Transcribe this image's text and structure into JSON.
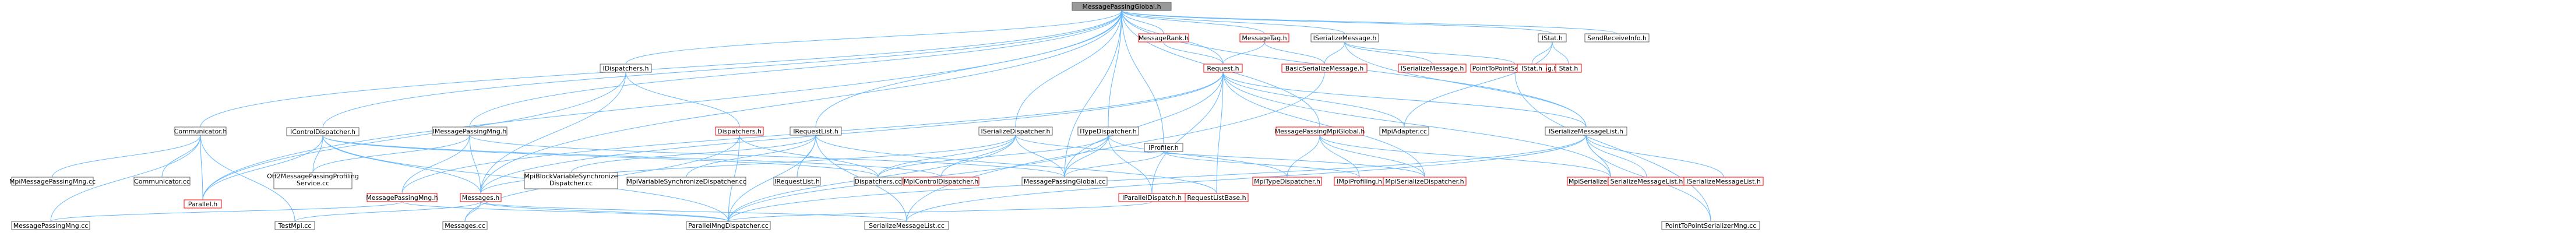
{
  "colors": {
    "root_fill": "#999999",
    "default_border": "#666666",
    "highlight_border": "#ff0000",
    "edge": "#63b8ff",
    "text": "#000000"
  },
  "nodes": [
    {
      "id": "mpg_h",
      "label": "MessagePassingGlobal.h",
      "kind": "root"
    },
    {
      "id": "comm_h",
      "label": "Communicator.h",
      "kind": "default"
    },
    {
      "id": "mpmng_cc",
      "label": "MpiMessagePassingMng.cc",
      "kind": "default"
    },
    {
      "id": "comm_cc",
      "label": "Communicator.cc",
      "kind": "default"
    },
    {
      "id": "parallel_h",
      "label": "Parallel.h",
      "kind": "highlight"
    },
    {
      "id": "mpmng2_cc",
      "label": "MessagePassingMng.cc",
      "kind": "default"
    },
    {
      "id": "testmpi_cc",
      "label": "TestMpi.cc",
      "kind": "default"
    },
    {
      "id": "icontrol_h",
      "label": "IControlDispatcher.h",
      "kind": "default"
    },
    {
      "id": "otf2_h",
      "label": "Otf2MessagePassingProfiling\nService.cc",
      "kind": "default"
    },
    {
      "id": "imessagemng_h",
      "label": "IMessagePassingMng.h",
      "kind": "default"
    },
    {
      "id": "mpmng_h",
      "label": "MessagePassingMng.h",
      "kind": "highlight"
    },
    {
      "id": "messages_h",
      "label": "Messages.h",
      "kind": "highlight"
    },
    {
      "id": "messages_cc",
      "label": "Messages.cc",
      "kind": "default"
    },
    {
      "id": "pmng_cc",
      "label": "ParallelMngDispatcher.cc",
      "kind": "default"
    },
    {
      "id": "idispatchers_h",
      "label": "IDispatchers.h",
      "kind": "default"
    },
    {
      "id": "dispatchers_h",
      "label": "Dispatchers.h",
      "kind": "highlight"
    },
    {
      "id": "mpiblock_h",
      "label": "MpiBlockVariableSynchronize\nDispatcher.cc",
      "kind": "default"
    },
    {
      "id": "mpivarsync_cc",
      "label": "MpiVariableSynchronizeDispatcher.cc",
      "kind": "default"
    },
    {
      "id": "irequestlist_h",
      "label": "IRequestList.h",
      "kind": "default"
    },
    {
      "id": "irequestlist2_h",
      "label": "IRequestList.h",
      "kind": "default"
    },
    {
      "id": "dispatchers_cc",
      "label": "Dispatchers.cc",
      "kind": "default"
    },
    {
      "id": "iserdisp_h",
      "label": "ISerializeDispatcher.h",
      "kind": "default"
    },
    {
      "id": "mpicontrol_h",
      "label": "MpiControlDispatcher.h",
      "kind": "highlight"
    },
    {
      "id": "itypedisp_h",
      "label": "ITypeDispatcher.h",
      "kind": "default"
    },
    {
      "id": "mpg_cc",
      "label": "MessagePassingGlobal.cc",
      "kind": "default"
    },
    {
      "id": "iprofiler_h",
      "label": "IProfiler.h",
      "kind": "default"
    },
    {
      "id": "iparalleldisp_h",
      "label": "IParallelDispatch.h",
      "kind": "highlight"
    },
    {
      "id": "sermsglist_cc",
      "label": "SerializeMessageList.cc",
      "kind": "default"
    },
    {
      "id": "msgrank_h",
      "label": "MessageRank.h",
      "kind": "highlight"
    },
    {
      "id": "request_h",
      "label": "Request.h",
      "kind": "highlight"
    },
    {
      "id": "reqlistbase_h",
      "label": "RequestListBase.h",
      "kind": "highlight"
    },
    {
      "id": "msgtag_h",
      "label": "MessageTag.h",
      "kind": "highlight"
    },
    {
      "id": "mpimpg_h",
      "label": "MessagePassingMpiGlobal.h",
      "kind": "highlight"
    },
    {
      "id": "mpitype_h",
      "label": "MpiTypeDispatcher.h",
      "kind": "highlight"
    },
    {
      "id": "impiprof_h",
      "label": "IMpiProfiling.h",
      "kind": "highlight"
    },
    {
      "id": "mpiserdisp_h",
      "label": "MpiSerializeDispatcher.h",
      "kind": "highlight"
    },
    {
      "id": "iserializemsg_h",
      "label": "ISerializeMessage.h",
      "kind": "default"
    },
    {
      "id": "basicser_h",
      "label": "BasicSerializeMessage.h",
      "kind": "highlight"
    },
    {
      "id": "iserializemsg2_h",
      "label": "ISerializeMessage.h",
      "kind": "highlight"
    },
    {
      "id": "p2pmng_h",
      "label": "PointToPointSerializeMng.h",
      "kind": "highlight"
    },
    {
      "id": "mpiadapter_cc",
      "label": "MpiAdapter.cc",
      "kind": "default"
    },
    {
      "id": "istat_h",
      "label": "IStat.h",
      "kind": "default"
    },
    {
      "id": "istat2_h",
      "label": "IStat.h",
      "kind": "highlight"
    },
    {
      "id": "stat_h",
      "label": "Stat.h",
      "kind": "highlight"
    },
    {
      "id": "sendrecv_h",
      "label": "SendReceiveInfo.h",
      "kind": "default"
    },
    {
      "id": "isermsglist_h",
      "label": "ISerializeMessageList.h",
      "kind": "default"
    },
    {
      "id": "mpisermsglist_h",
      "label": "MpiSerializeMessageList.h",
      "kind": "highlight"
    },
    {
      "id": "sermsglist_h",
      "label": "SerializeMessageList.h",
      "kind": "highlight"
    },
    {
      "id": "isermsglist2_h",
      "label": "ISerializeMessageList.h",
      "kind": "highlight"
    },
    {
      "id": "p2pmng_cc",
      "label": "PointToPointSerializerMng.cc",
      "kind": "default"
    }
  ],
  "edges": [
    [
      "mpg_h",
      "comm_h"
    ],
    [
      "mpg_h",
      "icontrol_h"
    ],
    [
      "mpg_h",
      "imessagemng_h"
    ],
    [
      "mpg_h",
      "idispatchers_h"
    ],
    [
      "mpg_h",
      "irequestlist_h"
    ],
    [
      "mpg_h",
      "iserdisp_h"
    ],
    [
      "mpg_h",
      "itypedisp_h"
    ],
    [
      "mpg_h",
      "iprofiler_h"
    ],
    [
      "mpg_h",
      "msgrank_h"
    ],
    [
      "mpg_h",
      "request_h"
    ],
    [
      "mpg_h",
      "msgtag_h"
    ],
    [
      "mpg_h",
      "mpimpg_h"
    ],
    [
      "mpg_h",
      "iserializemsg_h"
    ],
    [
      "mpg_h",
      "istat_h"
    ],
    [
      "mpg_h",
      "sendrecv_h"
    ],
    [
      "mpg_h",
      "isermsglist_h"
    ],
    [
      "mpg_h",
      "mpg_cc"
    ],
    [
      "mpg_h",
      "parallel_h"
    ],
    [
      "mpg_h",
      "messages_h"
    ],
    [
      "comm_h",
      "mpmng_cc"
    ],
    [
      "comm_h",
      "comm_cc"
    ],
    [
      "comm_h",
      "parallel_h"
    ],
    [
      "comm_h",
      "mpmng2_cc"
    ],
    [
      "comm_h",
      "testmpi_cc"
    ],
    [
      "icontrol_h",
      "otf2_h"
    ],
    [
      "icontrol_h",
      "parallel_h"
    ],
    [
      "icontrol_h",
      "messages_h"
    ],
    [
      "icontrol_h",
      "dispatchers_cc"
    ],
    [
      "icontrol_h",
      "pmng_cc"
    ],
    [
      "icontrol_h",
      "mpicontrol_h"
    ],
    [
      "imessagemng_h",
      "otf2_h"
    ],
    [
      "imessagemng_h",
      "mpmng_h"
    ],
    [
      "imessagemng_h",
      "messages_h"
    ],
    [
      "imessagemng_h",
      "mpg_cc"
    ],
    [
      "mpmng_h",
      "mpmng2_cc"
    ],
    [
      "mpmng_h",
      "pmng_cc"
    ],
    [
      "messages_h",
      "messages_cc"
    ],
    [
      "messages_h",
      "pmng_cc"
    ],
    [
      "messages_h",
      "testmpi_cc"
    ],
    [
      "messages_h",
      "sermsglist_cc"
    ],
    [
      "idispatchers_h",
      "parallel_h"
    ],
    [
      "idispatchers_h",
      "messages_h"
    ],
    [
      "idispatchers_h",
      "dispatchers_h"
    ],
    [
      "dispatchers_h",
      "dispatchers_cc"
    ],
    [
      "dispatchers_h",
      "pmng_cc"
    ],
    [
      "dispatchers_h",
      "messages_cc"
    ],
    [
      "irequestlist_h",
      "irequestlist2_h"
    ],
    [
      "irequestlist_h",
      "mpiblock_h"
    ],
    [
      "irequestlist_h",
      "mpivarsync_cc"
    ],
    [
      "irequestlist_h",
      "reqlistbase_h"
    ],
    [
      "irequestlist_h",
      "pmng_cc"
    ],
    [
      "irequestlist_h",
      "sermsglist_cc"
    ],
    [
      "iserdisp_h",
      "dispatchers_cc"
    ],
    [
      "iserdisp_h",
      "mpiserdisp_h"
    ],
    [
      "iserdisp_h",
      "mpg_cc"
    ],
    [
      "iserdisp_h",
      "messages_h"
    ],
    [
      "iserdisp_h",
      "pmng_cc"
    ],
    [
      "iserdisp_h",
      "mpicontrol_h"
    ],
    [
      "itypedisp_h",
      "dispatchers_cc"
    ],
    [
      "itypedisp_h",
      "mpitype_h"
    ],
    [
      "itypedisp_h",
      "mpg_cc"
    ],
    [
      "itypedisp_h",
      "iparalleldisp_h"
    ],
    [
      "itypedisp_h",
      "pmng_cc"
    ],
    [
      "iprofiler_h",
      "impiprof_h"
    ],
    [
      "iprofiler_h",
      "mpg_cc"
    ],
    [
      "iparalleldisp_h",
      "pmng_cc"
    ],
    [
      "msgrank_h",
      "request_h"
    ],
    [
      "msgtag_h",
      "request_h"
    ],
    [
      "msgtag_h",
      "basicser_h"
    ],
    [
      "request_h",
      "reqlistbase_h"
    ],
    [
      "request_h",
      "mpiadapter_cc"
    ],
    [
      "request_h",
      "messages_h"
    ],
    [
      "request_h",
      "mpg_cc"
    ],
    [
      "request_h",
      "iparalleldisp_h"
    ],
    [
      "request_h",
      "mpmng_h"
    ],
    [
      "request_h",
      "isermsglist_h"
    ],
    [
      "request_h",
      "mpisermsglist_h"
    ],
    [
      "request_h",
      "mpiserdisp_h"
    ],
    [
      "mpimpg_h",
      "mpitype_h"
    ],
    [
      "mpimpg_h",
      "impiprof_h"
    ],
    [
      "mpimpg_h",
      "mpiserdisp_h"
    ],
    [
      "mpimpg_h",
      "mpisermsglist_h"
    ],
    [
      "iserializemsg_h",
      "basicser_h"
    ],
    [
      "iserializemsg_h",
      "iserializemsg2_h"
    ],
    [
      "iserializemsg_h",
      "p2pmng_h"
    ],
    [
      "iserializemsg_h",
      "isermsglist_h"
    ],
    [
      "istat_h",
      "istat2_h"
    ],
    [
      "istat_h",
      "stat_h"
    ],
    [
      "istat_h",
      "mpiadapter_cc"
    ],
    [
      "isermsglist_h",
      "mpisermsglist_h"
    ],
    [
      "isermsglist_h",
      "sermsglist_h"
    ],
    [
      "isermsglist_h",
      "isermsglist2_h"
    ],
    [
      "isermsglist_h",
      "p2pmng_cc"
    ],
    [
      "isermsglist_h",
      "sermsglist_cc"
    ],
    [
      "isermsglist_h",
      "pmng_cc"
    ],
    [
      "p2pmng_h",
      "p2pmng_cc"
    ],
    [
      "basicser_h",
      "sermsglist_cc"
    ]
  ]
}
